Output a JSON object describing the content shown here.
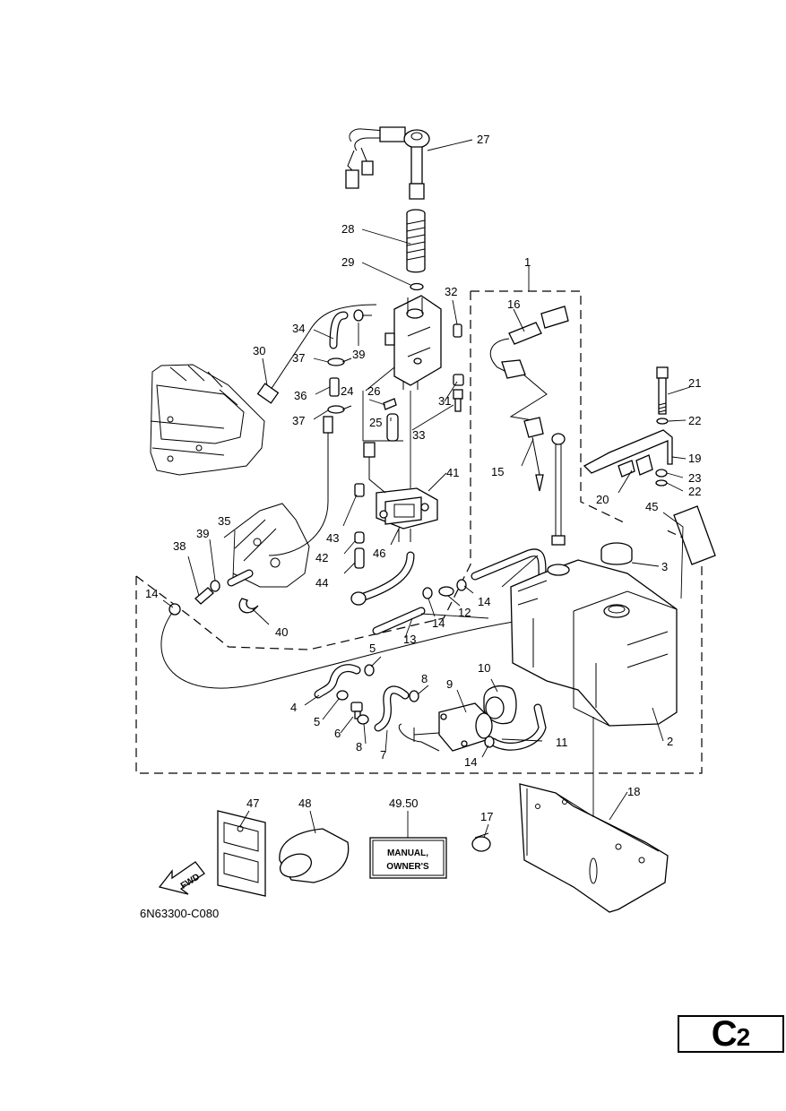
{
  "diagram": {
    "drawing_code": "6N63300-C080",
    "labels": {
      "p1": "1",
      "p2": "2",
      "p3": "3",
      "p4": "4",
      "p5a": "5",
      "p5b": "5",
      "p6": "6",
      "p7": "7",
      "p8a": "8",
      "p8b": "8",
      "p9": "9",
      "p10": "10",
      "p11": "11",
      "p12": "12",
      "p13": "13",
      "p14a": "14",
      "p14b": "14",
      "p14c": "14",
      "p14d": "14",
      "p15": "15",
      "p16": "16",
      "p17": "17",
      "p18": "18",
      "p19": "19",
      "p20": "20",
      "p21": "21",
      "p22a": "22",
      "p22b": "22",
      "p23": "23",
      "p24": "24",
      "p25": "25",
      "p26": "26",
      "p27": "27",
      "p28": "28",
      "p29": "29",
      "p30": "30",
      "p31": "31",
      "p32": "32",
      "p33": "33",
      "p34": "34",
      "p35": "35",
      "p36": "36",
      "p37a": "37",
      "p37b": "37",
      "p38": "38",
      "p39a": "39",
      "p39b": "39",
      "p40": "40",
      "p41": "41",
      "p42": "42",
      "p43": "43",
      "p44": "44",
      "p45": "45",
      "p46": "46",
      "p47": "47",
      "p48": "48",
      "p4950": "49.50"
    },
    "manual_label_line1": "MANUAL,",
    "manual_label_line2": "OWNER'S",
    "fwd_arrow_text": "FWD"
  },
  "page_code": {
    "letter": "C",
    "number": "2"
  }
}
